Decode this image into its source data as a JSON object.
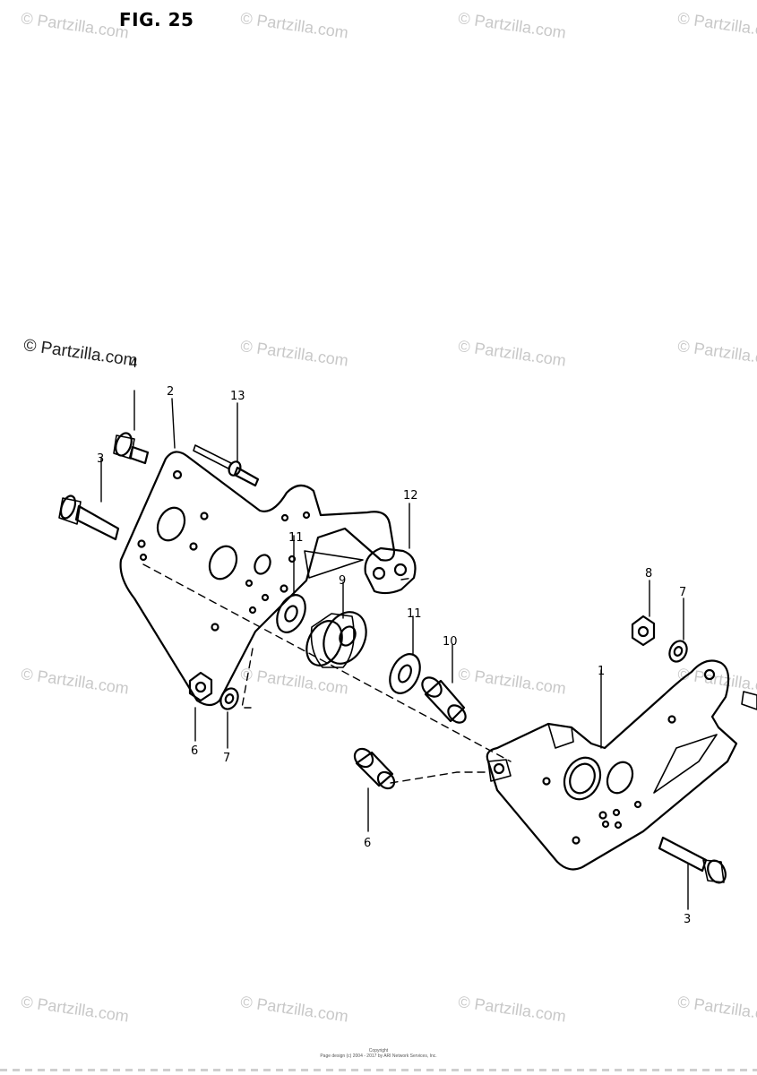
{
  "figure": {
    "title": "FIG. 25"
  },
  "watermark": {
    "text": "© Partzilla.com"
  },
  "copyright": {
    "line1": "Copyright",
    "line2": "Page design (c) 2004 - 2017 by ARI Network Services, Inc."
  },
  "callouts": {
    "c1": "1",
    "c2": "2",
    "c3a": "3",
    "c3b": "3",
    "c4": "4",
    "c6a": "6",
    "c6b": "6",
    "c7a": "7",
    "c7b": "7",
    "c8": "8",
    "c9": "9",
    "c10": "10",
    "c11a": "11",
    "c11b": "11",
    "c12": "12",
    "c13": "13"
  }
}
